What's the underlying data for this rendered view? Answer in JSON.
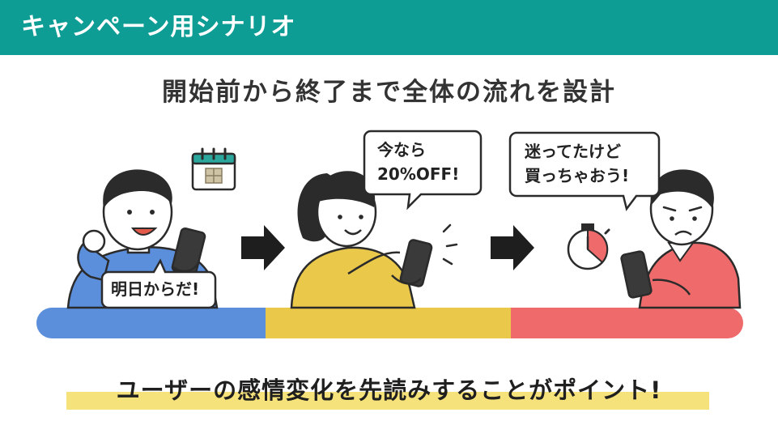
{
  "header": {
    "title": "キャンペーン用シナリオ"
  },
  "subtitle": "開始前から終了まで全体の流れを設計",
  "scenes": {
    "before": {
      "speech": "明日からだ!"
    },
    "during": {
      "speech_line1": "今なら",
      "speech_line2": "20%OFF!"
    },
    "end": {
      "speech_line1": "迷ってたけど",
      "speech_line2": "買っちゃおう!"
    }
  },
  "footer": {
    "text": "ユーザーの感情変化を先読みすることがポイント!"
  },
  "colors": {
    "header_bg": "#0d9d95",
    "timeline_before": "#5b8fdc",
    "timeline_during": "#eac84a",
    "timeline_end": "#ef6b6b",
    "footer_highlight": "#f6e27a"
  }
}
